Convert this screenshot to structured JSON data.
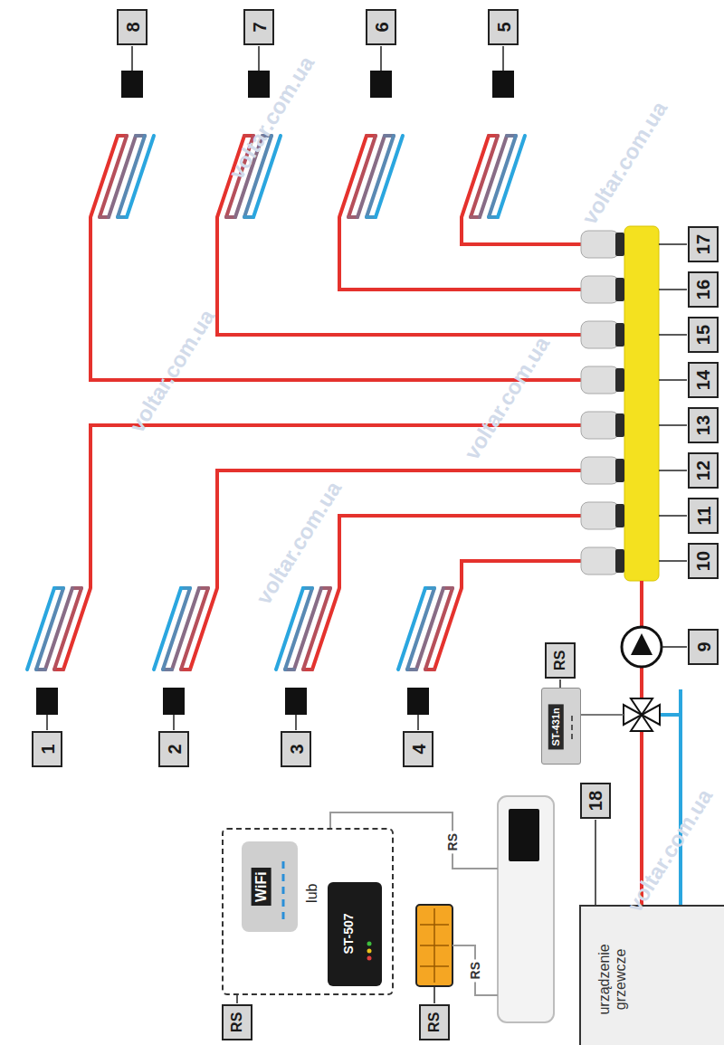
{
  "diagram": {
    "nodes": [
      {
        "text": [
          "lub"
        ]
      },
      {
        "text": [
          "WiFi"
        ],
        "in": 0
      },
      {
        "text": [
          "ST-507"
        ],
        "in": 0
      },
      {
        "text": [
          "ST-431n"
        ]
      },
      {
        "text": [
          "urządzenie grzewcze"
        ]
      }
    ],
    "labels": [
      "1",
      "2",
      "3",
      "4",
      "5",
      "6",
      "7",
      "8",
      "17",
      "16",
      "15",
      "14",
      "13",
      "12",
      "11",
      "10",
      "9",
      "18",
      "RS",
      "RS",
      "RS",
      "RS",
      "RS",
      "voltar.com.ua",
      "voltar.com.ua",
      "voltar.com.ua",
      "voltar.com.ua",
      "voltar.com.ua",
      "voltar.com.ua"
    ]
  }
}
